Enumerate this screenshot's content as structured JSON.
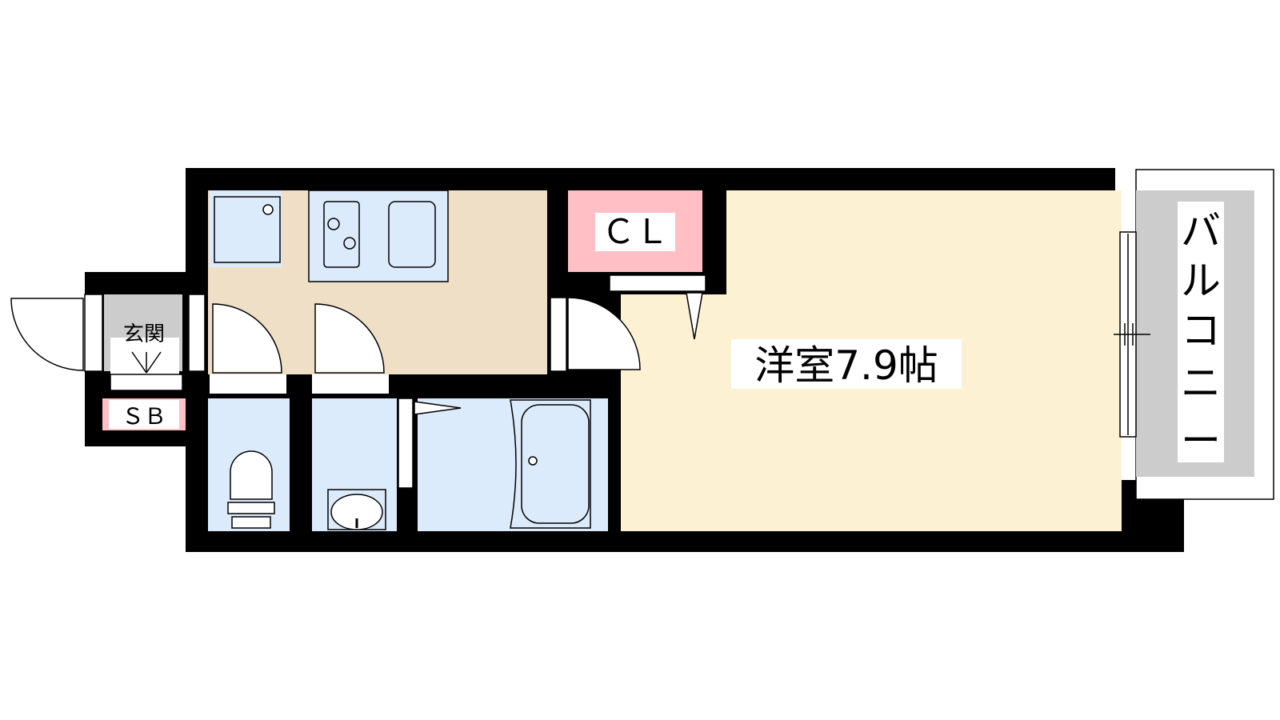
{
  "labels": {
    "entrance": "玄関",
    "shoe_box": "ＳＢ",
    "closet": "ＣＬ",
    "room": "洋室7.9帖",
    "balcony": [
      "バ",
      "ル",
      "コ",
      "ニ",
      "ー"
    ]
  },
  "colors": {
    "wall": "#000000",
    "room_floor": "#fdf1d3",
    "kitchen_floor": "#efdfc7",
    "wet_area": "#dcebfc",
    "closet": "#ffbfc4",
    "balcony": "#cccccc",
    "shoe_box": "#ffbfc4"
  },
  "icons": [
    "stove-icon",
    "sink-icon",
    "fridge-icon",
    "toilet-icon",
    "washbasin-icon",
    "bathtub-icon"
  ]
}
